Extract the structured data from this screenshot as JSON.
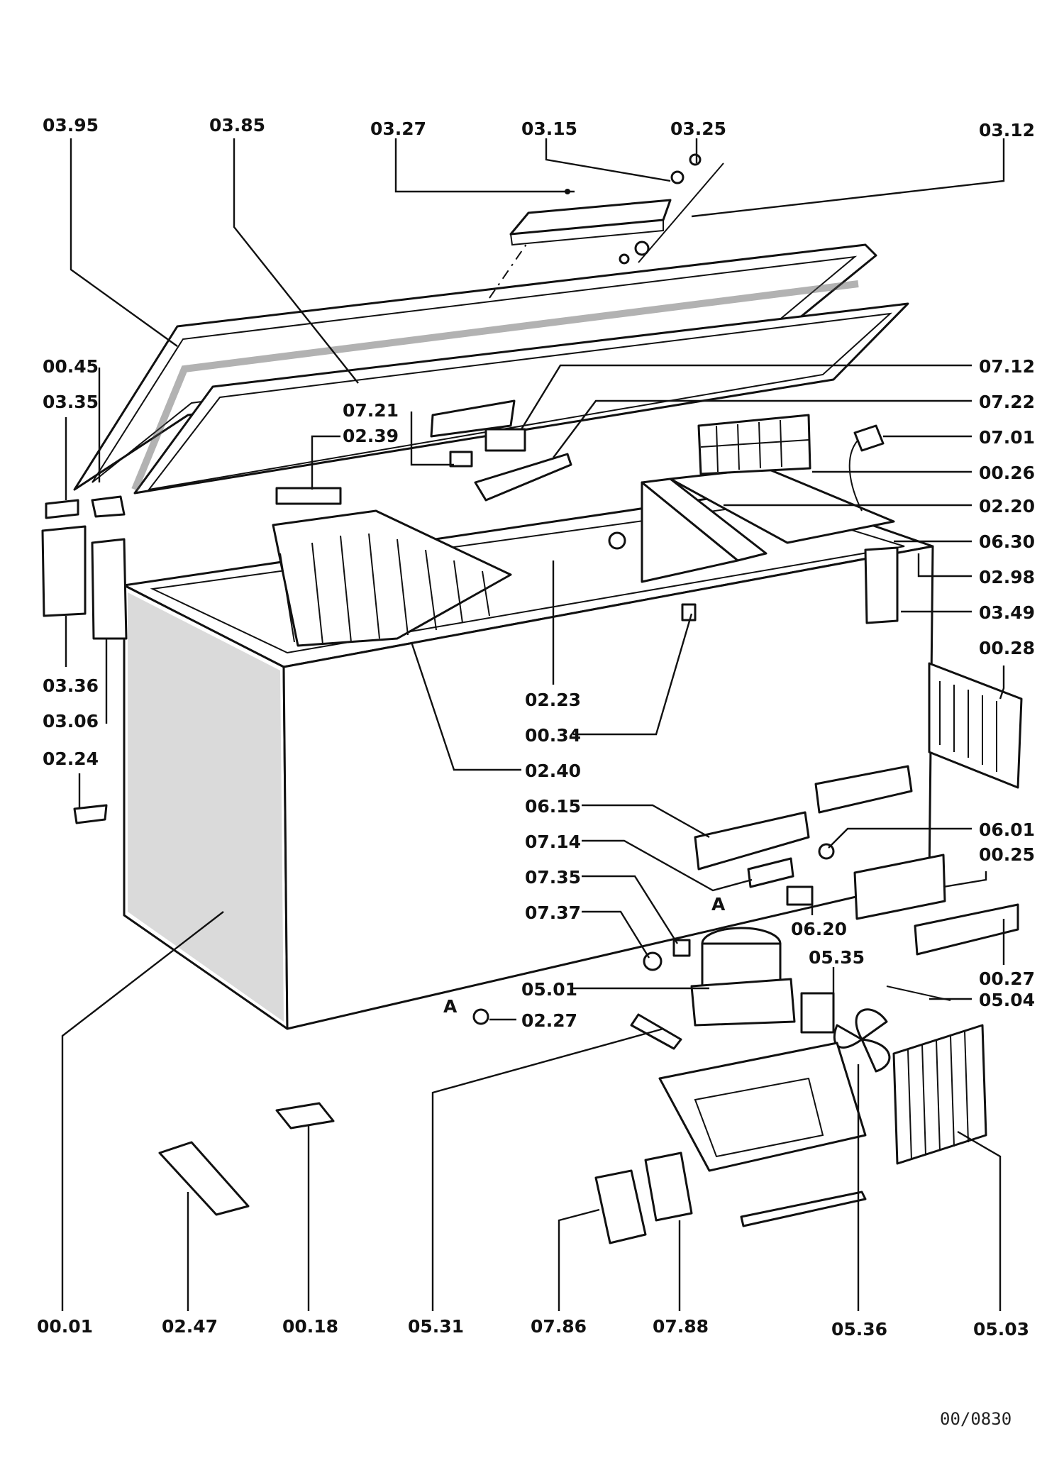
{
  "labels": {
    "l0395": "03.95",
    "l0385": "03.85",
    "l0327": "03.27",
    "l0315": "03.15",
    "l0325": "03.25",
    "l0312": "03.12",
    "l0045": "00.45",
    "l0335": "03.35",
    "l0721": "07.21",
    "l0239": "02.39",
    "l0712": "07.12",
    "l0722": "07.22",
    "l0701": "07.01",
    "l0026": "00.26",
    "l0220": "02.20",
    "l0630": "06.30",
    "l0298": "02.98",
    "l0349": "03.49",
    "l0028": "00.28",
    "l0336": "03.36",
    "l0306": "03.06",
    "l0223": "02.23",
    "l0034": "00.34",
    "l0224": "02.24",
    "l0240": "02.40",
    "l0615": "06.15",
    "l0601": "06.01",
    "l0025": "00.25",
    "l0714": "07.14",
    "l0735": "07.35",
    "l0620": "06.20",
    "l0737": "07.37",
    "l0535": "05.35",
    "l0027": "00.27",
    "l0501": "05.01",
    "l0504": "05.04",
    "l0227": "02.27",
    "l0001": "00.01",
    "l0247": "02.47",
    "l0018": "00.18",
    "l0531": "05.31",
    "l0786": "07.86",
    "l0788": "07.88",
    "l0536": "05.36",
    "l0503": "05.03",
    "marker_a1": "A",
    "marker_a2": "A"
  },
  "reference": "00/0830"
}
